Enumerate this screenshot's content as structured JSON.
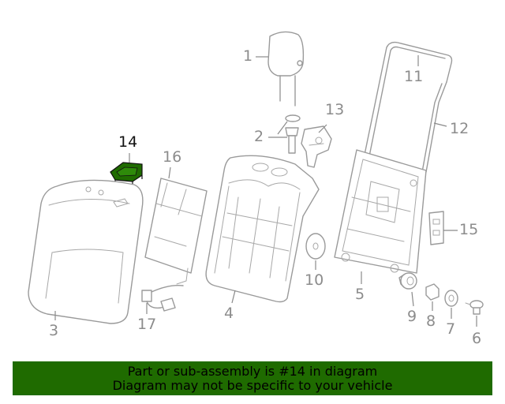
{
  "diagram": {
    "highlighted_part": "14",
    "callouts": [
      "1",
      "2",
      "3",
      "4",
      "5",
      "6",
      "7",
      "8",
      "9",
      "10",
      "11",
      "12",
      "13",
      "14",
      "15",
      "16",
      "17"
    ],
    "highlight_color": "#1f6b00",
    "part_color": "#9a9a9a"
  },
  "footer": {
    "line1": "Part or sub-assembly is #14 in diagram",
    "line2": "Diagram may not be specific to your vehicle",
    "background": "#1f6b00"
  }
}
